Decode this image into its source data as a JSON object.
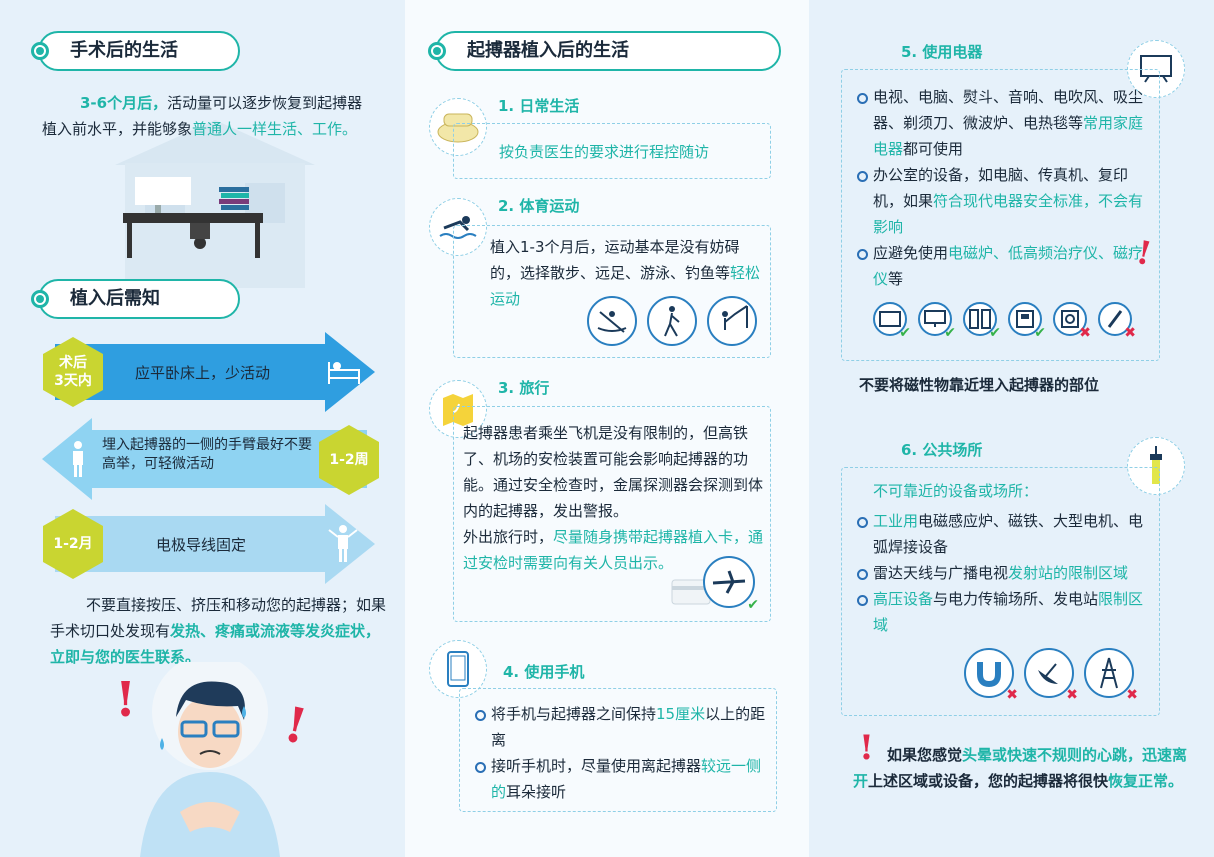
{
  "panel1": {
    "title": "手术后的生活",
    "intro": {
      "highlight": "3-6个月后，",
      "text1": "活动量可以逐步恢复到起搏器植入前水平，并能够象",
      "hl2": "普通人一样生活、工作。"
    },
    "needs_title": "植入后需知",
    "rows": [
      {
        "tag": "术后\n3天内",
        "text": "应平卧床上，少活动",
        "icon": "bed-icon"
      },
      {
        "tag": "1-2周",
        "text": "埋入起搏器的一侧的手臂最好不要高举，可轻微活动",
        "icon": "person-icon"
      },
      {
        "tag": "1-2月",
        "text": "电极导线固定",
        "icon": "person-arms-icon"
      }
    ],
    "warning": {
      "text": "不要直接按压、挤压和移动您的起搏器；如果手术切口处发现有",
      "bold": "发热、疼痛或流液等发炎症状，立即与您的医生联系。"
    }
  },
  "panel2": {
    "title": "起搏器植入后的生活",
    "s1": {
      "title": "1. 日常生活",
      "text": "按负责医生的要求进行程控随访"
    },
    "s2": {
      "title": "2. 体育运动",
      "text": "植入1-3个月后，运动基本是没有妨碍的，选择散步、远足、游泳、钓鱼等",
      "hl": "轻松运动"
    },
    "s3": {
      "title": "3. 旅行",
      "text": "起搏器患者乘坐飞机是没有限制的，但高铁了、机场的安检装置可能会影响起搏器的功能。通过安全检查时，金属探测器会探测到体内的起搏器，发出警报。",
      "text2": "外出旅行时，",
      "hl": "尽量随身携带起搏器植入卡，通过安检时需要向有关人员出示。"
    },
    "s4": {
      "title": "4. 使用手机",
      "b1a": "将手机与起搏器之间保持",
      "b1hl": "15厘米",
      "b1b": "以上的距离",
      "b2a": "接听手机时，尽量使用离起搏器",
      "b2hl": "较远一侧的",
      "b2b": "耳朵接听"
    }
  },
  "panel3": {
    "s5": {
      "title": "5. 使用电器",
      "b1": "电视、电脑、熨斗、音响、电吹风、吸尘器、剃须刀、微波炉、电热毯等",
      "b1hl": "常用家庭电器",
      "b1b": "都可使用",
      "b2": "办公室的设备，如电脑、传真机、复印机，如果",
      "b2hl": "符合现代电器安全标准，不会有影响",
      "b3": "应避免使用",
      "b3hl": "电磁炉、低高频治疗仪、磁疗仪",
      "b3b": "等"
    },
    "magnet_note": "不要将磁性物靠近埋入起搏器的部位",
    "s6": {
      "title": "6. 公共场所",
      "intro": "不可靠近的设备或场所：",
      "b1hl": "工业用",
      "b1": "电磁感应炉、磁铁、大型电机、电弧焊接设备",
      "b2": "雷达天线与广播电视",
      "b2hl": "发射站的限制区域",
      "b3hl": "高压设备",
      "b3": "与电力传输场所、发电站",
      "b3hl2": "限制区域"
    },
    "final": {
      "a": "如果您感觉",
      "hl1": "头晕或快速不规则的心跳，迅速离开",
      "b": "上述区域或设备，您的起搏器将很快",
      "hl2": "恢复正常。"
    }
  },
  "colors": {
    "accent": "#1fb5a8",
    "lime": "#c9d531",
    "blue": "#2a7fc0"
  }
}
